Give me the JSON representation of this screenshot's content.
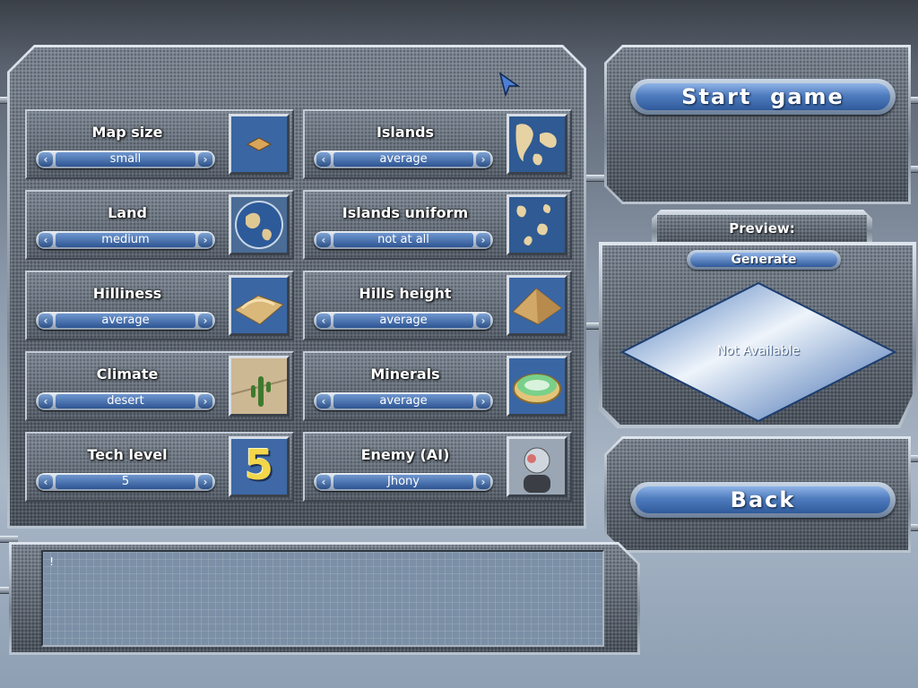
{
  "settings": [
    {
      "label": "Map size",
      "value": "small",
      "icon": "map-size-tile-icon"
    },
    {
      "label": "Islands",
      "value": "average",
      "icon": "islands-map-icon"
    },
    {
      "label": "Land",
      "value": "medium",
      "icon": "land-globe-icon"
    },
    {
      "label": "Islands uniform",
      "value": "not at all",
      "icon": "islands-uniform-map-icon"
    },
    {
      "label": "Hilliness",
      "value": "average",
      "icon": "hilliness-terrain-icon"
    },
    {
      "label": "Hills height",
      "value": "average",
      "icon": "hills-height-terrain-icon"
    },
    {
      "label": "Climate",
      "value": "desert",
      "icon": "desert-cactus-icon"
    },
    {
      "label": "Minerals",
      "value": "average",
      "icon": "minerals-disc-icon"
    },
    {
      "label": "Tech level",
      "value": "5",
      "icon": "tech-level-number-icon",
      "icon_text": "5"
    },
    {
      "label": "Enemy (AI)",
      "value": "Jhony",
      "icon": "enemy-ai-portrait-icon"
    }
  ],
  "buttons": {
    "start": "Start  game",
    "back": "Back",
    "generate": "Generate"
  },
  "preview": {
    "title": "Preview:",
    "status": "Not Available"
  },
  "console": {
    "text": "!"
  },
  "arrows": {
    "left": "‹",
    "right": "›"
  },
  "colors": {
    "accent_blue": "#2f5a9b",
    "panel": "#5c6570"
  }
}
